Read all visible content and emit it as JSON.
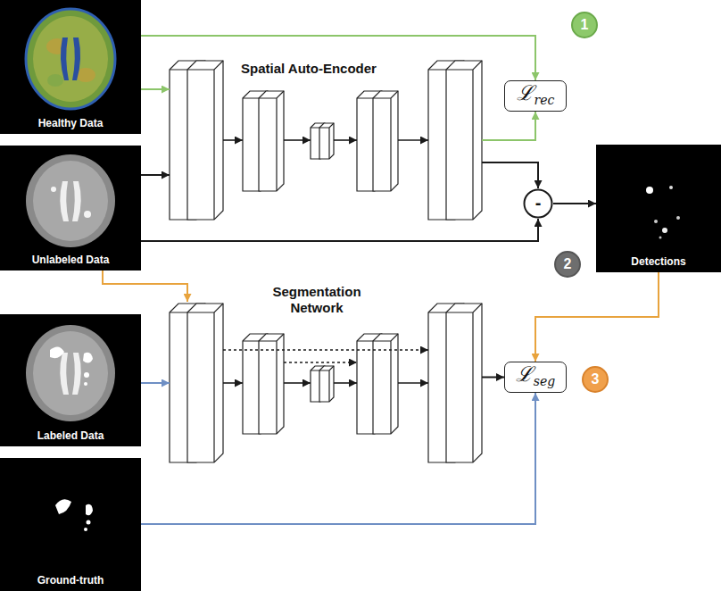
{
  "diagram": {
    "nodes": [
      {
        "text": [
          "Healthy Data"
        ]
      },
      {
        "text": [
          "Spatial Auto-Encoder"
        ]
      },
      {
        "text": [
          "ℒ",
          "rec"
        ]
      },
      {
        "text": [
          "Unlabeled Data"
        ]
      },
      {
        "text": [
          "-"
        ]
      },
      {
        "text": [
          "Detections"
        ]
      },
      {
        "text": [
          "Segmentation Network"
        ]
      },
      {
        "text": [
          "ℒ",
          "seg"
        ]
      },
      {
        "text": [
          "Labeled Data"
        ]
      },
      {
        "text": [
          "Ground-truth"
        ]
      }
    ],
    "edges": [
      {
        "from": 0,
        "to": 2,
        "arrow": "to"
      },
      {
        "from": 0,
        "to": 1,
        "arrow": "to"
      },
      {
        "from": 1,
        "to": 2,
        "arrow": "to"
      },
      {
        "from": 3,
        "to": 1,
        "arrow": "to"
      },
      {
        "from": 1,
        "to": 4,
        "arrow": "to"
      },
      {
        "from": 3,
        "to": 4,
        "arrow": "to"
      },
      {
        "from": 4,
        "to": 5,
        "arrow": "to"
      },
      {
        "from": 3,
        "to": 6,
        "arrow": "to"
      },
      {
        "from": 5,
        "to": 7,
        "arrow": "to"
      },
      {
        "from": 8,
        "to": 6,
        "arrow": "to"
      },
      {
        "from": 6,
        "to": 7,
        "arrow": "to"
      },
      {
        "from": 9,
        "to": 7,
        "arrow": "to"
      }
    ],
    "labels": [
      "1",
      "2",
      "3"
    ]
  }
}
